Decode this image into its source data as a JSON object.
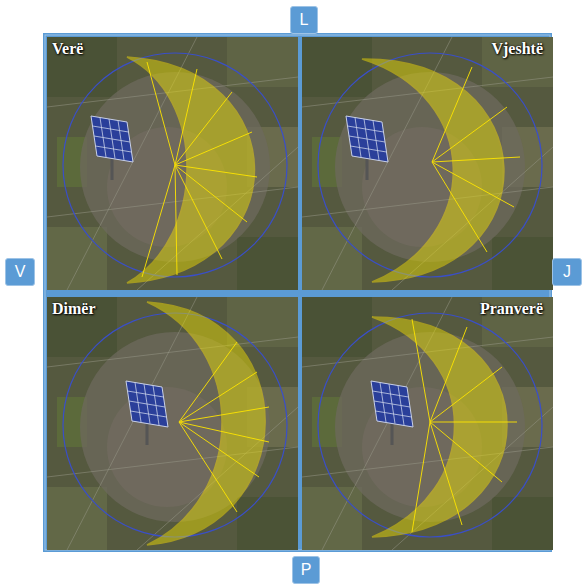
{
  "diagram": {
    "nodes": [
      {
        "text": [
          "L"
        ]
      },
      {
        "text": [
          "Verë"
        ]
      },
      {
        "text": [
          "Vjeshtë"
        ]
      },
      {
        "text": [
          "V"
        ]
      },
      {
        "text": [
          "J"
        ]
      },
      {
        "text": [
          "Dimër"
        ]
      },
      {
        "text": [
          "Pranverë"
        ]
      },
      {
        "text": [
          "P"
        ]
      }
    ]
  }
}
